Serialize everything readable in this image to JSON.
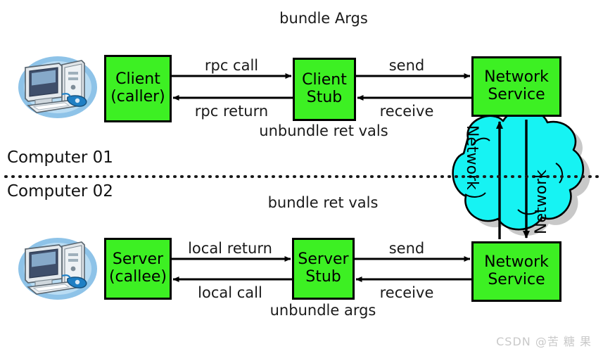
{
  "diagram": {
    "title": "RPC call flow between two computers",
    "colors": {
      "node_fill": "#3DF023",
      "node_border": "#000000",
      "cloud_fill": "#16F3F3",
      "cloud_border": "#000000",
      "cloud_shadow": "#9a9a9a",
      "arrow": "#000000",
      "background": "#ffffff",
      "watermark": "#c9c9c9",
      "computer_disc": "#9ecbea"
    },
    "sections": [
      {
        "id": "computer-01",
        "label": "Computer 01"
      },
      {
        "id": "computer-02",
        "label": "Computer 02"
      }
    ],
    "divider": {
      "style": "dotted",
      "color": "#1a1a1a"
    },
    "nodes": [
      {
        "id": "client",
        "line1": "Client",
        "line2": "(caller)"
      },
      {
        "id": "client-stub",
        "line1": "Client",
        "line2": "Stub"
      },
      {
        "id": "network-service-top",
        "line1": "Network",
        "line2": "Service"
      },
      {
        "id": "server",
        "line1": "Server",
        "line2": "(callee)"
      },
      {
        "id": "server-stub",
        "line1": "Server",
        "line2": "Stub"
      },
      {
        "id": "network-service-bottom",
        "line1": "Network",
        "line2": "Service"
      }
    ],
    "edges": [
      {
        "id": "rpc-call",
        "label": "rpc call",
        "from": "client",
        "to": "client-stub",
        "direction": "right"
      },
      {
        "id": "rpc-return",
        "label": "rpc return",
        "from": "client-stub",
        "to": "client",
        "direction": "left"
      },
      {
        "id": "send-top",
        "label": "send",
        "from": "client-stub",
        "to": "network-service-top",
        "direction": "right"
      },
      {
        "id": "receive-top",
        "label": "receive",
        "from": "network-service-top",
        "to": "client-stub",
        "direction": "left"
      },
      {
        "id": "local-return",
        "label": "local return",
        "from": "server",
        "to": "server-stub",
        "direction": "right"
      },
      {
        "id": "local-call",
        "label": "local call",
        "from": "server-stub",
        "to": "server",
        "direction": "left"
      },
      {
        "id": "send-bottom",
        "label": "send",
        "from": "server-stub",
        "to": "network-service-bottom",
        "direction": "right"
      },
      {
        "id": "receive-bottom",
        "label": "receive",
        "from": "network-service-bottom",
        "to": "server-stub",
        "direction": "left"
      }
    ],
    "annotations": [
      {
        "id": "bundle-args",
        "line1": "bundle",
        "line2": "Args"
      },
      {
        "id": "unbundle-ret-vals",
        "line1": "unbundle",
        "line2": "ret vals"
      },
      {
        "id": "bundle-ret-vals",
        "line1": "bundle",
        "line2": "ret vals"
      },
      {
        "id": "unbundle-args",
        "line1": "unbundle",
        "line2": "args"
      }
    ],
    "cloud": {
      "id": "network-cloud",
      "up_arrow_label": "Network",
      "down_arrow_label": "Network"
    },
    "watermark": "CSDN @苦 糖 果"
  }
}
